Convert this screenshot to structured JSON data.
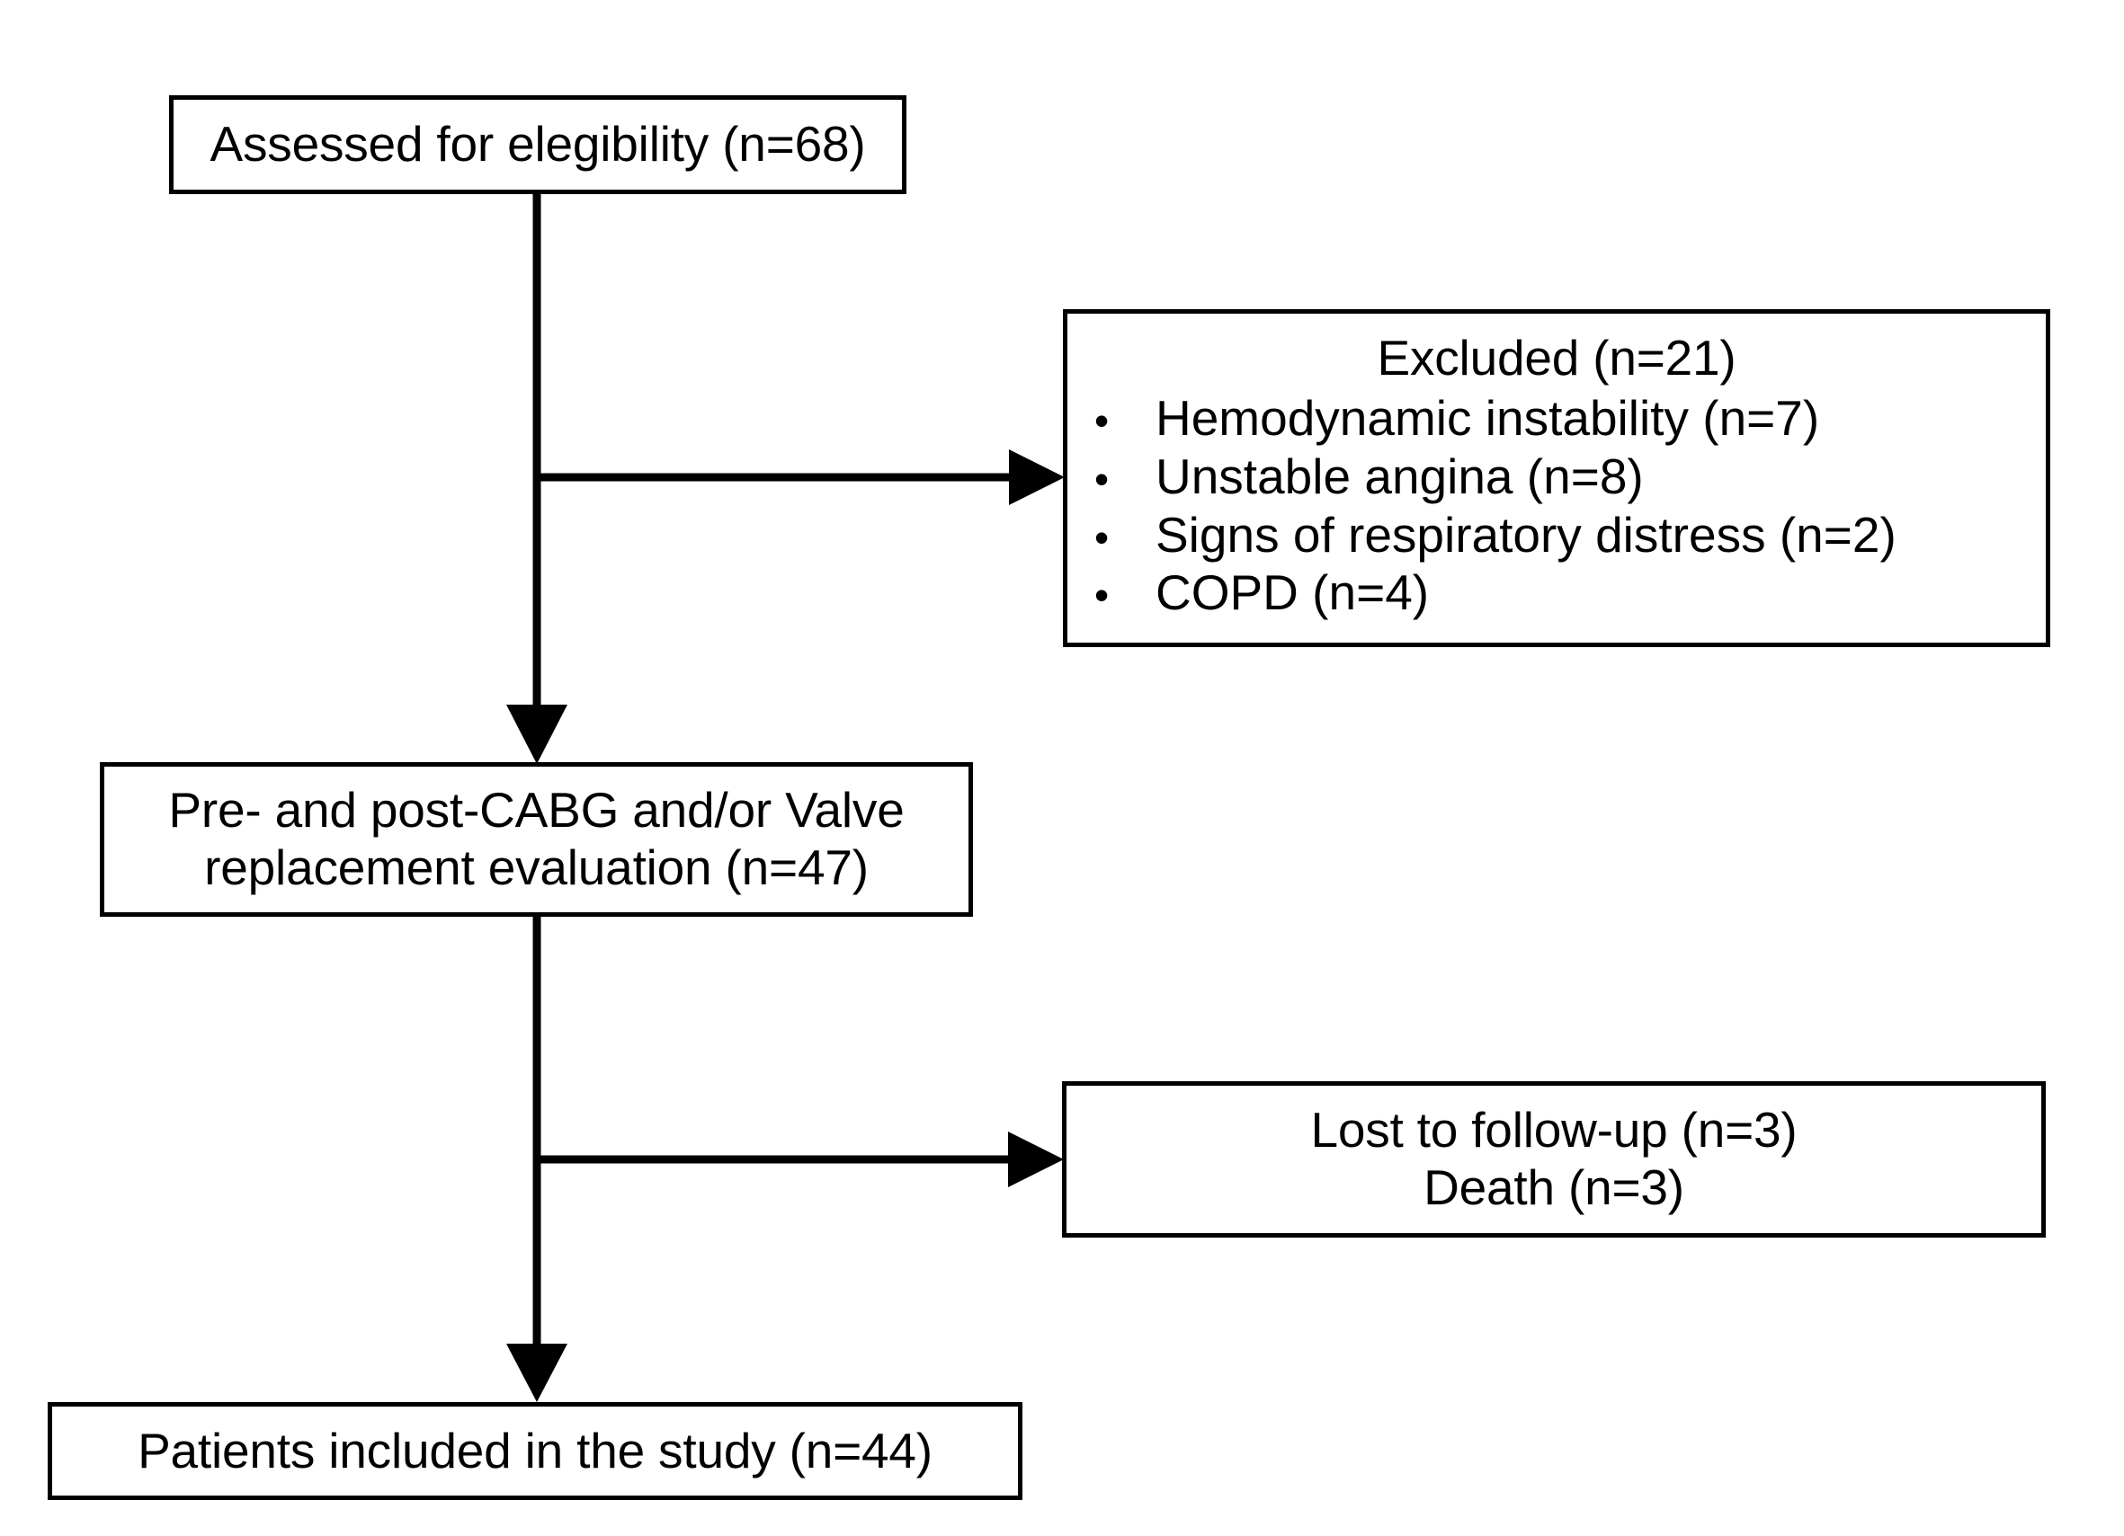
{
  "diagram": {
    "title": "CONSORT-style patient flow diagram",
    "stroke_color": "#000000",
    "fill_color": "#FFFFFF",
    "nodes": {
      "assessed": {
        "label": "Assessed for elegibility (n=68)"
      },
      "excluded": {
        "heading": "Excluded (n=21)",
        "reasons": [
          {
            "bullet": "•",
            "label": "Hemodynamic instability (n=7)"
          },
          {
            "bullet": "•",
            "label": "Unstable angina (n=8)"
          },
          {
            "bullet": "•",
            "label": "Signs of respiratory distress (n=2)"
          },
          {
            "bullet": "•",
            "label": "COPD (n=4)"
          }
        ]
      },
      "evaluation": {
        "line1": "Pre- and post-CABG and/or Valve",
        "line2": "replacement evaluation (n=47)"
      },
      "lost": {
        "line1": "Lost to follow-up (n=3)",
        "line2": "Death (n=3)"
      },
      "included": {
        "label": "Patients included in the study (n=44)"
      }
    },
    "connectors": [
      {
        "name": "assessed-to-evaluation",
        "type": "vertical-arrow"
      },
      {
        "name": "assessed-to-excluded",
        "type": "horizontal-arrow"
      },
      {
        "name": "evaluation-to-included",
        "type": "vertical-arrow"
      },
      {
        "name": "evaluation-to-lost",
        "type": "horizontal-arrow"
      }
    ]
  }
}
